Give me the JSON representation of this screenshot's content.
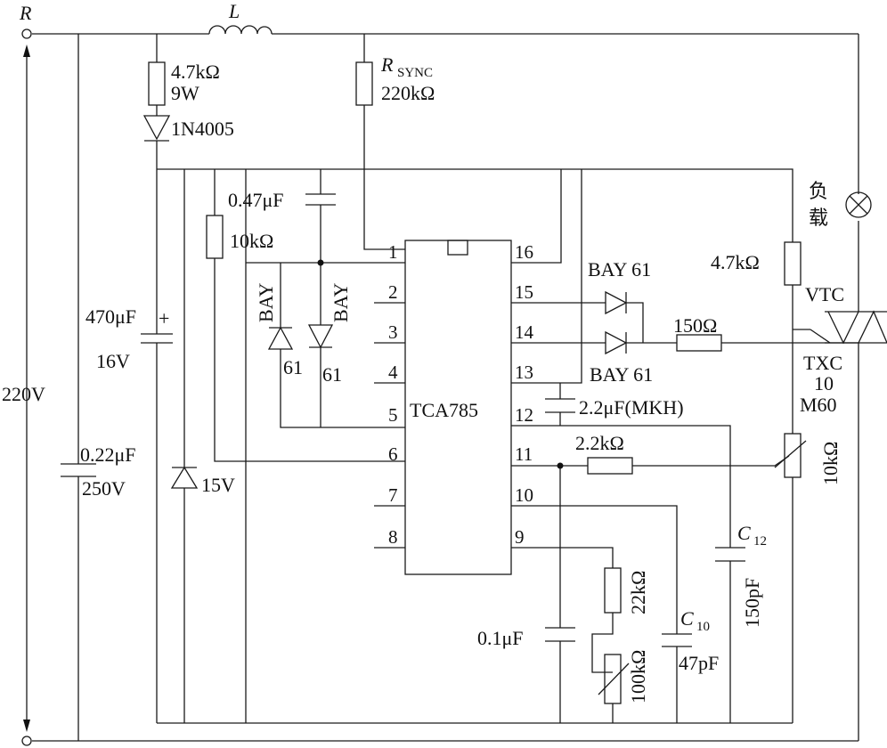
{
  "labels": {
    "r": "R",
    "inductor": "L",
    "r1_value": "4.7kΩ",
    "r1_power": "9W",
    "diode": "1N4005",
    "rsync": "R",
    "rsync_sub": "SYNC",
    "rsync_value": "220kΩ",
    "c047": "0.47μF",
    "r10k": "10kΩ",
    "c470": "470μF",
    "c470_plus": "+",
    "c470_v": "16V",
    "v220": "220V",
    "c022": "0.22μF",
    "c022_v": "250V",
    "zener": "15V",
    "bay_left": "BAY",
    "bay_right": "BAY",
    "n61_left": "61",
    "n61_right": "61",
    "bay61_top": "BAY 61",
    "bay61_bottom": "BAY  61",
    "r150": "150Ω",
    "c22": "2.2μF(MKH)",
    "r2k2": "2.2kΩ",
    "r4k7_gate": "4.7kΩ",
    "vtc": "VTC",
    "txc": "TXC",
    "txc_10": "10",
    "m60": "M60",
    "pot10k": "10kΩ",
    "load_1": "负",
    "load_2": "载",
    "c12": "C",
    "c12_sub": "12",
    "c12_value": "150pF",
    "c10": "C",
    "c10_sub": "10",
    "c10_value": "47pF",
    "c01": "0.1μF",
    "r22k": "22kΩ",
    "pot100k": "100kΩ"
  },
  "ic": {
    "name": "TCA785",
    "pins": [
      "1",
      "2",
      "3",
      "4",
      "5",
      "6",
      "7",
      "8",
      "16",
      "15",
      "14",
      "13",
      "12",
      "11",
      "10",
      "9"
    ]
  }
}
